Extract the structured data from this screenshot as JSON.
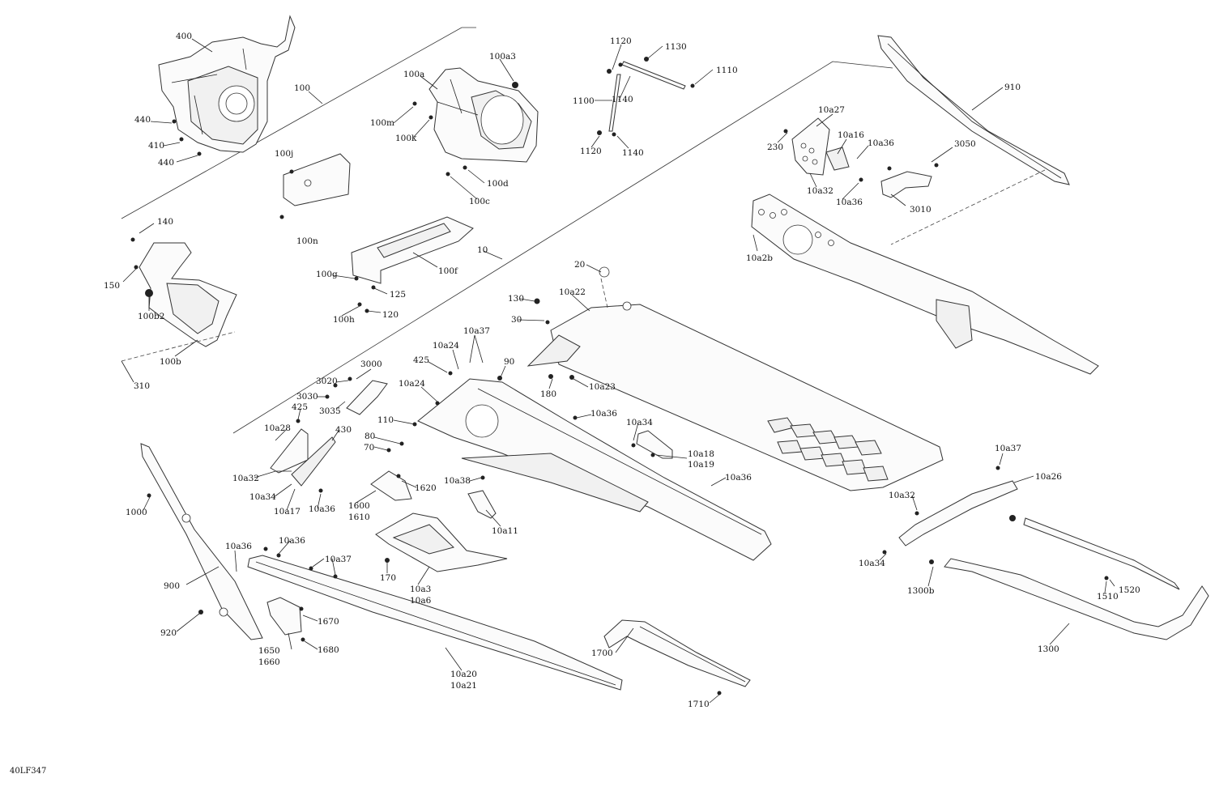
{
  "diagram_code": "40LF347",
  "labels": {
    "l400": "400",
    "l100": "100",
    "l440a": "440",
    "l410": "410",
    "l440b": "440",
    "l100a3": "100a3",
    "l100a": "100a",
    "l100m": "100m",
    "l100k": "100k",
    "l100d": "100d",
    "l100c": "100c",
    "l100j": "100j",
    "l100n": "100n",
    "l1120a": "1120",
    "l1130": "1130",
    "l1110": "1110",
    "l1100": "1100",
    "l1140a": "1140",
    "l1120b": "1120",
    "l1140b": "1140",
    "l910": "910",
    "l10a27": "10a27",
    "l10a16": "10a16",
    "l10a36a": "10a36",
    "l3050": "3050",
    "l230": "230",
    "l10a32a": "10a32",
    "l10a36b": "10a36",
    "l3010": "3010",
    "l10a2b": "10a2b",
    "l140": "140",
    "l150": "150",
    "l100b2": "100b2",
    "l100b": "100b",
    "l310": "310",
    "l100g": "100g",
    "l125": "125",
    "l100h": "100h",
    "l120": "120",
    "l100f": "100f",
    "l10": "10",
    "l20": "20",
    "l130": "130",
    "l10a22": "10a22",
    "l30": "30",
    "l10a37a": "10a37",
    "l10a24a": "10a24",
    "l425a": "425",
    "l90": "90",
    "l180": "180",
    "l10a23": "10a23",
    "l3000": "3000",
    "l3020": "3020",
    "l3030": "3030",
    "l3035": "3035",
    "l10a24b": "10a24",
    "l425b": "425",
    "l10a28": "10a28",
    "l430": "430",
    "l110": "110",
    "l80": "80",
    "l70": "70",
    "l10a36c": "10a36",
    "l10a34a": "10a34",
    "l10a18": "10a18",
    "l10a19": "10a19",
    "l10a36d": "10a36",
    "l10a32b": "10a32",
    "l10a34b": "10a34",
    "l10a17": "10a17",
    "l10a36e": "10a36",
    "l1600": "1600",
    "l1610": "1610",
    "l1620": "1620",
    "l10a38": "10a38",
    "l10a11": "10a11",
    "l1000": "1000",
    "l10a36f": "10a36",
    "l10a36g": "10a36",
    "l10a37b": "10a37",
    "l900": "900",
    "l920": "920",
    "l170": "170",
    "l10a3": "10a3",
    "l10a6": "10a6",
    "l1670": "1670",
    "l1650": "1650",
    "l1660": "1660",
    "l1680": "1680",
    "l10a20": "10a20",
    "l10a21": "10a21",
    "l1700": "1700",
    "l1710": "1710",
    "l10a37c": "10a37",
    "l10a32c": "10a32",
    "l10a26": "10a26",
    "l10a34c": "10a34",
    "l1300b": "1300b",
    "l1510": "1510",
    "l1520": "1520",
    "l1300": "1300"
  },
  "parts": {
    "front_frame": "400",
    "upper_column": "100",
    "lower_column": "100b",
    "tunnel": "10",
    "rear_tunnel_rail": "10a2b",
    "fuel_tank": "10a22",
    "skid_rail_left": "10a20",
    "footrest": "1700",
    "rear_bumper": "1300",
    "left_rail_brace": "900",
    "right_rail_brace": "910"
  }
}
